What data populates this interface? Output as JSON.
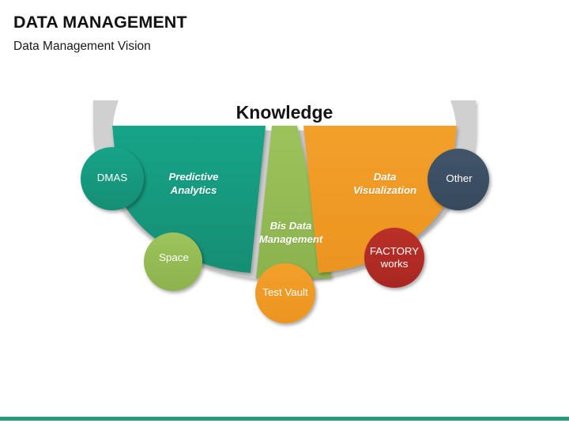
{
  "slide": {
    "title": "DATA MANAGEMENT",
    "subtitle": "Data Management Vision"
  },
  "diagram": {
    "banner_label": "Knowledge",
    "segments": [
      {
        "id": "predictive",
        "label": "Predictive\nAnalytics",
        "line1": "Predictive",
        "line2": "Analytics",
        "color": "#16a085"
      },
      {
        "id": "bis-data",
        "label": "Bis Data\nManagement",
        "line1": "Bis Data",
        "line2": "Management",
        "color": "#9bc158"
      },
      {
        "id": "data-visualization",
        "label": "Data\nVisualization",
        "line1": "Data",
        "line2": "Visualization",
        "color": "#f09a28"
      }
    ],
    "nodes": [
      {
        "id": "dmas",
        "label": "DMAS",
        "line1": "DMAS",
        "line2": "",
        "color": "#16a085"
      },
      {
        "id": "space",
        "label": "Space",
        "line1": "Space",
        "line2": "",
        "color": "#9bc158"
      },
      {
        "id": "test-vault",
        "label": "Test Vault",
        "line1": "Test Vault",
        "line2": "",
        "color": "#f09a28"
      },
      {
        "id": "factory-works",
        "label": "FACTORY works",
        "line1": "FACTORY",
        "line2": "works",
        "color": "#b52d27"
      },
      {
        "id": "other",
        "label": "Other",
        "line1": "Other",
        "line2": "",
        "color": "#3d5063"
      }
    ],
    "colors": {
      "band": "#d0d0d0",
      "teal": "#16a085",
      "green": "#9bc158",
      "orange": "#f09a28",
      "red": "#b52d27",
      "slate": "#3d5063",
      "accent_bar": "#229a7c",
      "text_dark": "#141414",
      "text_light": "#ffffff"
    }
  }
}
